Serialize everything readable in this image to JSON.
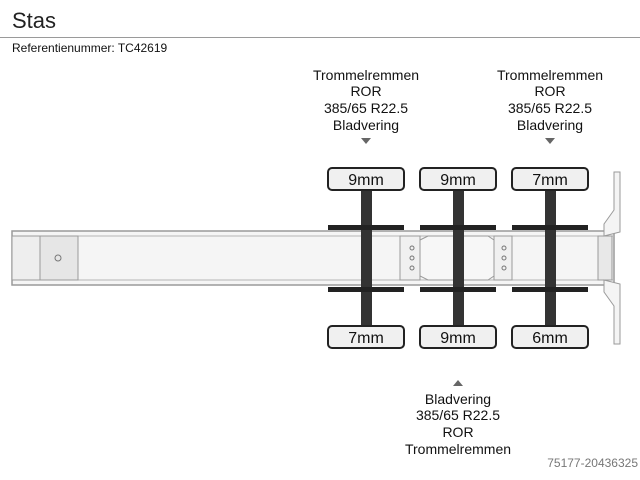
{
  "header": {
    "title": "Stas",
    "reference": "Referentienummer: TC42619"
  },
  "axles": [
    {
      "top_tire": "9mm",
      "bottom_tire": "7mm",
      "label_position": "top",
      "labels": [
        "Trommelremmen",
        "ROR",
        "385/65 R22.5",
        "Bladvering"
      ]
    },
    {
      "top_tire": "9mm",
      "bottom_tire": "9mm",
      "label_position": "bottom",
      "labels": [
        "Bladvering",
        "385/65 R22.5",
        "ROR",
        "Trommelremmen"
      ]
    },
    {
      "top_tire": "7mm",
      "bottom_tire": "6mm",
      "label_position": "top",
      "labels": [
        "Trommelremmen",
        "ROR",
        "385/65 R22.5",
        "Bladvering"
      ]
    }
  ],
  "footer": {
    "code": "75177-20436325"
  },
  "colors": {
    "frame_fill": "#f4f4f4",
    "frame_stroke": "#9a9a9a",
    "axle": "#333333",
    "tire_fill": "#f0f0f0",
    "tire_stroke": "#222222",
    "arrow": "#666666"
  }
}
